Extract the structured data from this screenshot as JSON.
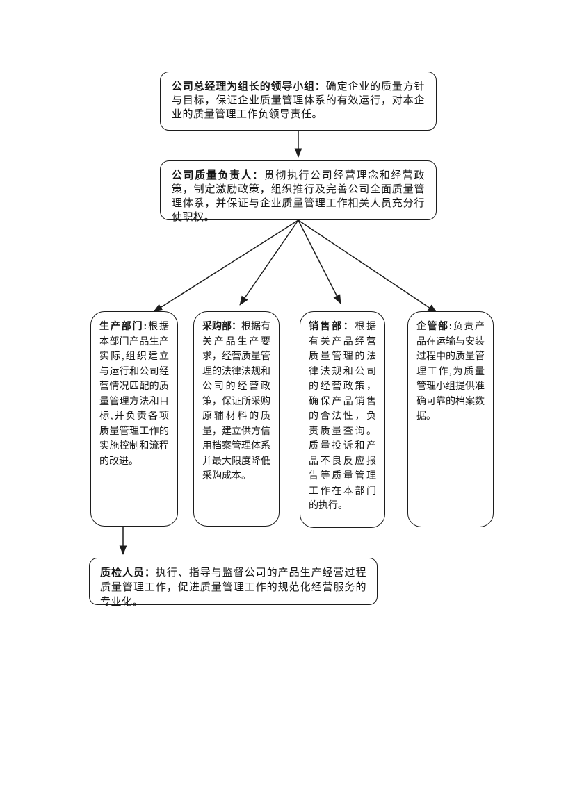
{
  "page": {
    "background": "#ffffff",
    "ink": "#1c1c1c"
  },
  "diagram": {
    "nodes": {
      "leadership": {
        "title": "公司总经理为组长的领导小组：",
        "body": "确定企业的质量方针与目标，保证企业质量管理体系的有效运行，对本企业的质量管理工作负领导责任。"
      },
      "quality_director": {
        "title": "公司质量负责人：",
        "body": "贯彻执行公司经营理念和经营政策，制定激励政策，组织推行及完善公司全面质量管理体系，并保证与企业质量管理工作相关人员充分行使职权。"
      },
      "production_dept": {
        "title": "生产部门:",
        "body": "根据本部门产品生产实际,组织建立与运行和公司经营情况匹配的质量管理方法和目标,并负责各项质量管理工作的实施控制和流程的改进。"
      },
      "purchasing_dept": {
        "title": "采购部：",
        "body": "根据有关产品生产要求，经营质量管理的法律法规和公司的经营政策，保证所采购原辅材料的质量，建立供方信用档案管理体系并最大限度降低采购成本。"
      },
      "sales_dept": {
        "title": "销售部：",
        "body": "根据有关产品经营质量管理的法律法规和公司的经营政策，确保产品销售的合法性，负责质量查询。质量投诉和产品不良反应报告等质量管理工作在本部门的执行。"
      },
      "enterprise_mgmt_dept": {
        "title": "企管部:",
        "body": "负责产品在运输与安装过程中的质量管理工作,为质量管理小组提供准确可靠的档案数据。"
      },
      "quality_inspectors": {
        "title": "质检人员：",
        "body": "执行、指导与监督公司的产品生产经营过程质量管理工作，促进质量管理工作的规范化经营服务的专业化。"
      }
    },
    "connectors": [
      {
        "from": "leadership",
        "to": "quality_director"
      },
      {
        "from": "quality_director",
        "to": "production_dept"
      },
      {
        "from": "quality_director",
        "to": "purchasing_dept"
      },
      {
        "from": "quality_director",
        "to": "sales_dept"
      },
      {
        "from": "quality_director",
        "to": "enterprise_mgmt_dept"
      },
      {
        "from": "production_dept",
        "to": "quality_inspectors"
      }
    ]
  }
}
